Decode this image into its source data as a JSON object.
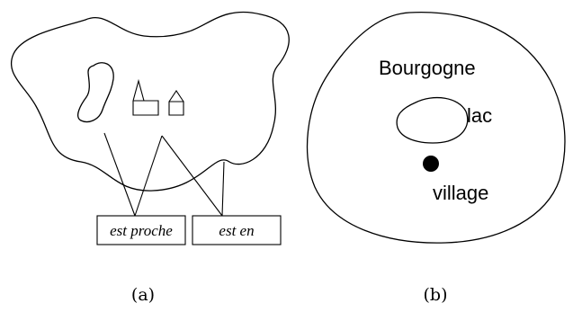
{
  "panel_a": {
    "relations": [
      "est proche",
      "est en"
    ],
    "caption": "(a)"
  },
  "panel_b": {
    "region_label": "Bourgogne",
    "lake_label": "lac",
    "village_label": "village",
    "caption": "(b)"
  }
}
